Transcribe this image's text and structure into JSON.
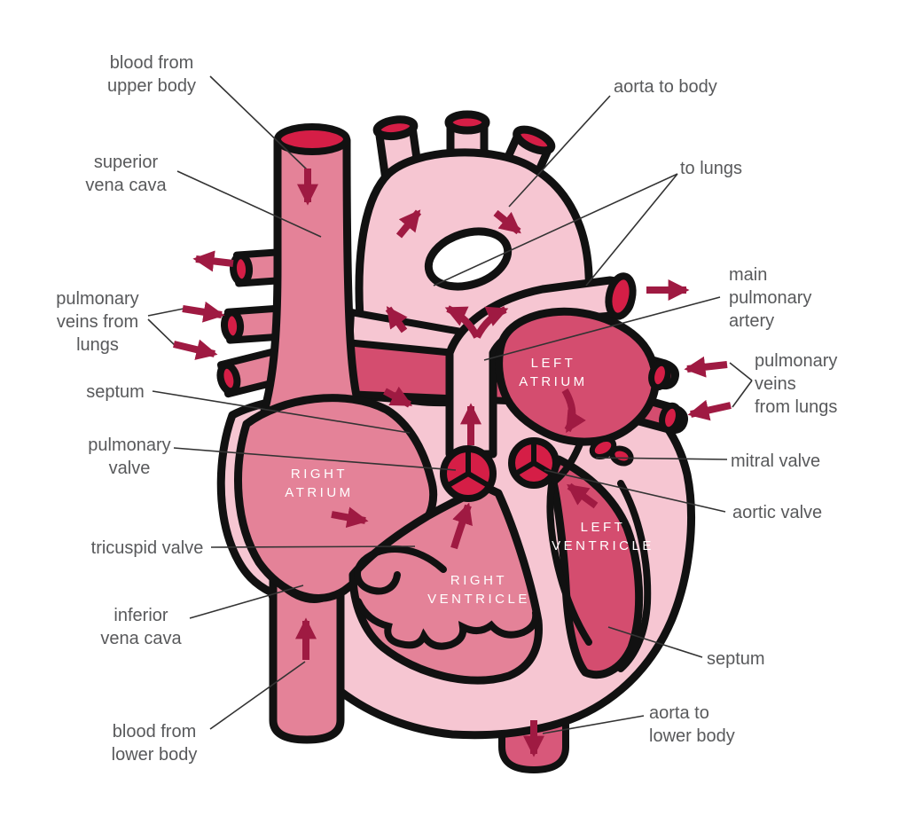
{
  "figure": "human-heart-blood-flow-diagram",
  "colors": {
    "background": "#ffffff",
    "outline": "#111111",
    "vessel_light_pink": "#f6c6d2",
    "chamber_medium_pink": "#e48298",
    "chamber_dark_rose": "#d44d6f",
    "blood_crimson": "#d51e46",
    "flow_arrow": "#9f1a42",
    "label_text": "#58595b",
    "chamber_text": "#ffffff"
  },
  "labels": {
    "blood_from_upper_body": "blood from\nupper body",
    "superior_vena_cava": "superior\nvena cava",
    "pulmonary_veins_from_lungs_left": "pulmonary\nveins from\nlungs",
    "septum_left": "septum",
    "pulmonary_valve": "pulmonary\nvalve",
    "tricuspid_valve": "tricuspid valve",
    "inferior_vena_cava": "inferior\nvena cava",
    "blood_from_lower_body": "blood from\nlower body",
    "aorta_to_body": "aorta to body",
    "to_lungs": "to lungs",
    "main_pulmonary_artery": "main\npulmonary\nartery",
    "pulmonary_veins_from_lungs_right": "pulmonary\nveins\nfrom lungs",
    "mitral_valve": "mitral valve",
    "aortic_valve": "aortic valve",
    "septum_right": "septum",
    "aorta_to_lower_body": "aorta to\nlower body"
  },
  "chambers": {
    "right_atrium": "RIGHT\nATRIUM",
    "left_atrium": "LEFT\nATRIUM",
    "right_ventricle": "RIGHT\nVENTRICLE",
    "left_ventricle": "LEFT\nVENTRICLE"
  }
}
